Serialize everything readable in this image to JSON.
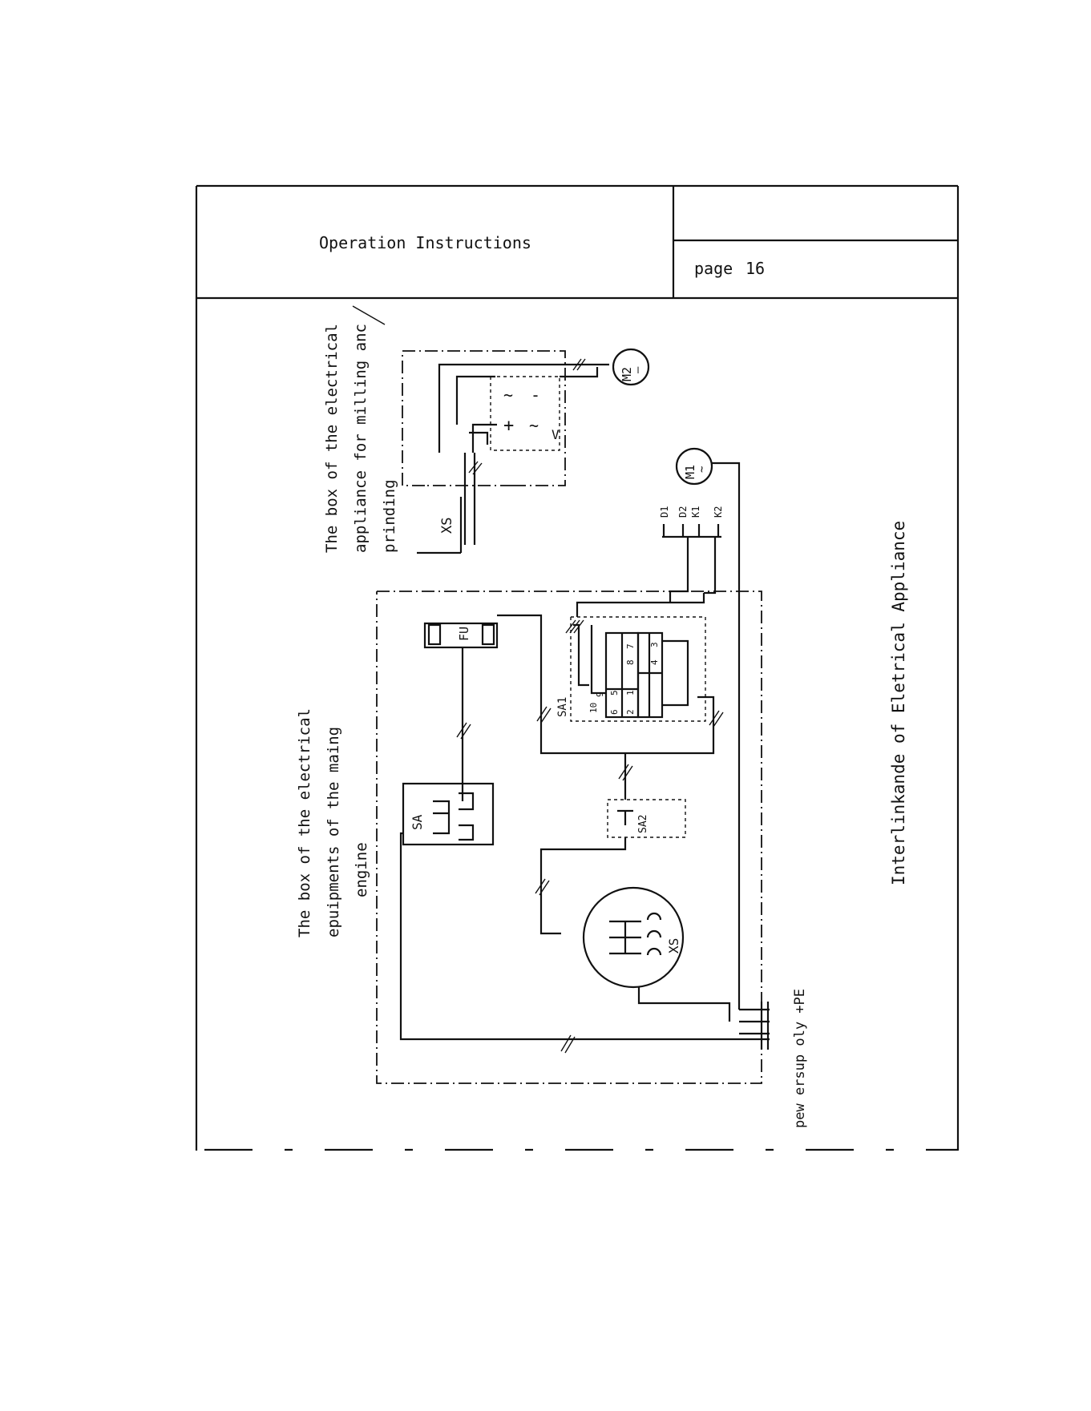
{
  "header": {
    "title": "Operation Instructions",
    "page_label": "page",
    "page_number": "16"
  },
  "diagram": {
    "main_box_caption": [
      "The box of the electrical",
      "epuipments of the maing",
      "engine"
    ],
    "grinder_box_caption": [
      "The box of the electrical",
      "appliance for milling anc",
      "prinding"
    ],
    "footer_caption": "Interlinkande of Eletrical Appliance",
    "power_supply_label": "pew ersup oly +PE",
    "labels": {
      "motor1": "M1",
      "motor1_symbol": "~",
      "motor2": "M2",
      "motor2_symbol": "—",
      "fuse": "FU",
      "switch_sa": "SA",
      "switch_sa1": "SA1",
      "switch_sa2": "SA2",
      "socket_main": "XS",
      "socket_grinder": "XS",
      "rectifier": "V",
      "rect_plus": "+",
      "rect_minus": "-",
      "rect_ac1": "~",
      "rect_ac2": "~",
      "terminal_d1": "D1",
      "terminal_d2": "D2",
      "terminal_k1": "K1",
      "terminal_k2": "K2",
      "sa1_contacts": [
        "10",
        "9",
        "6",
        "5",
        "2",
        "1",
        "8",
        "7",
        "4",
        "3"
      ]
    }
  }
}
